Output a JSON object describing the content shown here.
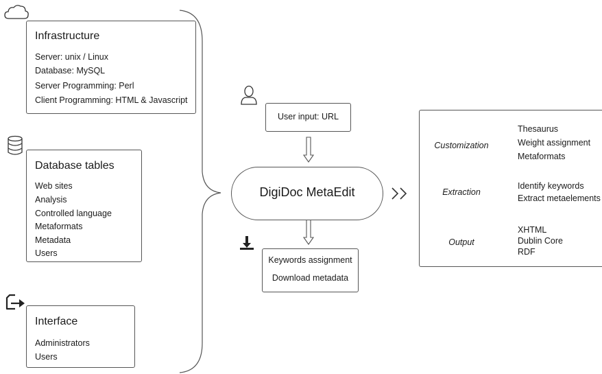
{
  "infrastructure": {
    "title": "Infrastructure",
    "lines": [
      "Server: unix / Linux",
      "Database: MySQL",
      "Server Programming: Perl",
      "Client Programming: HTML & Javascript"
    ]
  },
  "database": {
    "title": "Database tables",
    "lines": [
      "Web sites",
      "Analysis",
      "Controlled language",
      "Metaformats",
      "Metadata",
      "Users"
    ]
  },
  "interface": {
    "title": "Interface",
    "lines": [
      "Administrators",
      "Users"
    ]
  },
  "center": {
    "user_input": "User input: URL",
    "main": "DigiDoc MetaEdit",
    "outputs": [
      "Keywords assignment",
      "Download metadata"
    ]
  },
  "right": {
    "groups": [
      {
        "label": "Customization",
        "items": [
          "Thesaurus",
          "Weight assignment",
          "Metaformats"
        ]
      },
      {
        "label": "Extraction",
        "items": [
          "Identify keywords",
          "Extract metaelements"
        ]
      },
      {
        "label": "Output",
        "items": [
          "XHTML",
          "Dublin Core",
          "RDF"
        ]
      }
    ]
  },
  "icons": [
    "cloud-icon",
    "database-icon",
    "export-icon",
    "user-icon",
    "download-icon",
    "chevron-circle-down-icon",
    "double-chevron-right-icon",
    "down-arrow-icon"
  ],
  "colors": {
    "stroke": "#555555",
    "text": "#1a1a1a"
  }
}
